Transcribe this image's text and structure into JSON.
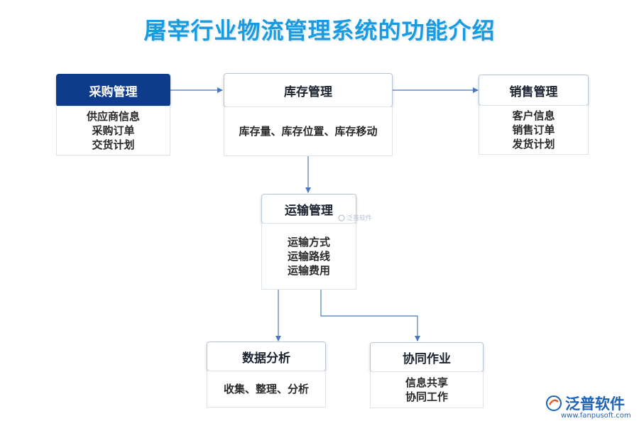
{
  "title": "屠宰行业物流管理系统的功能介绍",
  "nodes": {
    "purchase": {
      "title": "采购管理",
      "items": [
        "供应商信息",
        "采购订单",
        "交货计划"
      ]
    },
    "inventory": {
      "title": "库存管理",
      "items": [
        "库存量、库存位置、库存移动"
      ]
    },
    "sales": {
      "title": "销售管理",
      "items": [
        "客户信息",
        "销售订单",
        "发货计划"
      ]
    },
    "transport": {
      "title": "运输管理",
      "items": [
        "运输方式",
        "运输路线",
        "运输费用"
      ]
    },
    "analysis": {
      "title": "数据分析",
      "items": [
        "收集、整理、分析"
      ]
    },
    "collab": {
      "title": "协同作业",
      "items": [
        "信息共享",
        "协同工作"
      ]
    }
  },
  "watermark": {
    "small": "泛普软件",
    "logo_text": "泛普软件",
    "url": "www.fanpusoft.com"
  },
  "colors": {
    "title": "#1a9be0",
    "accent_dark": "#0f3b8c",
    "connector": "#4a78c0"
  }
}
